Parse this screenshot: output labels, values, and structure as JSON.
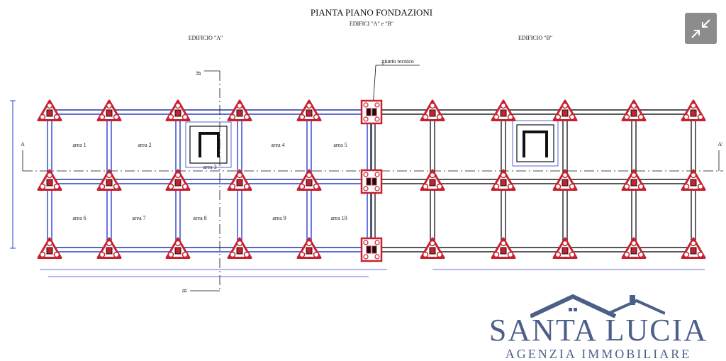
{
  "drawing": {
    "title": "PIANTA PIANO FONDAZIONI",
    "subtitle": "EDIFICI \"A\" e \"B\"",
    "building_a_label": "EDIFICIO \"A\"",
    "building_b_label": "EDIFICIO \"B\"",
    "joint_label": "giunto tecnico",
    "section_a_left": "A",
    "section_a_right": "A'",
    "section_b_top": "B'",
    "section_b_bottom": "B",
    "area_labels": [
      "area 1",
      "area 2",
      "area 3",
      "area 4",
      "area 5",
      "area 6",
      "area 7",
      "area 8",
      "area 9",
      "area 10"
    ]
  },
  "viewer": {
    "expand_icon": "collapse-arrows-icon"
  },
  "logo": {
    "name": "SANTA LUCIA",
    "subtitle": "AGENZIA IMMOBILIARE",
    "color": "#4c5f8a"
  },
  "colors": {
    "plinth": "#c8202e",
    "beam_a": "#2b3fd0",
    "beam_b": "#222222"
  }
}
